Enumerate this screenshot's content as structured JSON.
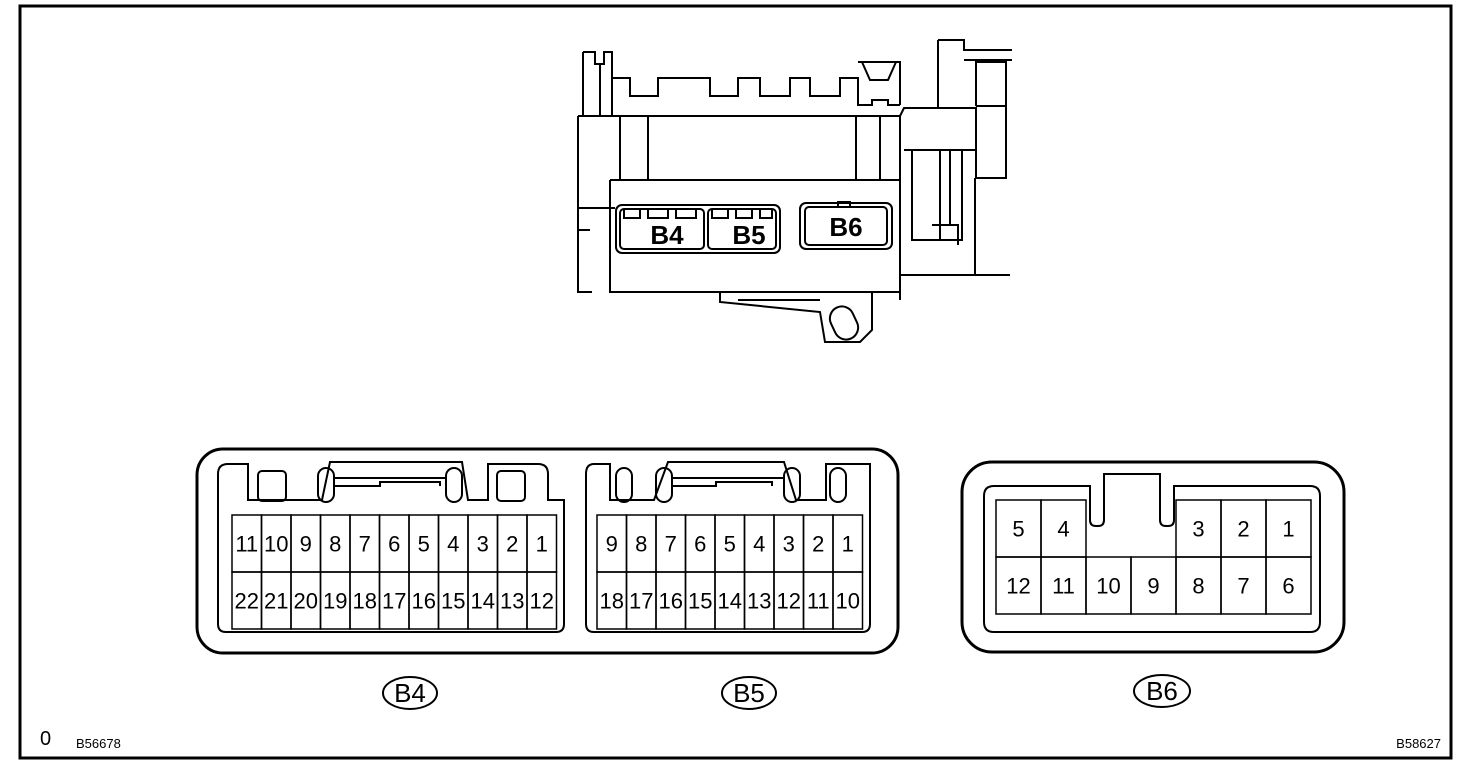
{
  "figure": {
    "corner_mark": "0",
    "code_left": "B56678",
    "code_right": "B58627"
  },
  "housing": {
    "embossed": [
      "B4",
      "B5",
      "B6"
    ]
  },
  "connectors": [
    {
      "id": "b4",
      "label": "B4",
      "rows": [
        [
          "11",
          "10",
          "9",
          "8",
          "7",
          "6",
          "5",
          "4",
          "3",
          "2",
          "1"
        ],
        [
          "22",
          "21",
          "20",
          "19",
          "18",
          "17",
          "16",
          "15",
          "14",
          "13",
          "12"
        ]
      ]
    },
    {
      "id": "b5",
      "label": "B5",
      "rows": [
        [
          "9",
          "8",
          "7",
          "6",
          "5",
          "4",
          "3",
          "2",
          "1"
        ],
        [
          "18",
          "17",
          "16",
          "15",
          "14",
          "13",
          "12",
          "11",
          "10"
        ]
      ]
    },
    {
      "id": "b6",
      "label": "B6",
      "rows": [
        [
          "5",
          "4",
          "",
          "",
          "3",
          "2",
          "1"
        ],
        [
          "12",
          "11",
          "10",
          "9",
          "8",
          "7",
          "6"
        ]
      ]
    }
  ]
}
